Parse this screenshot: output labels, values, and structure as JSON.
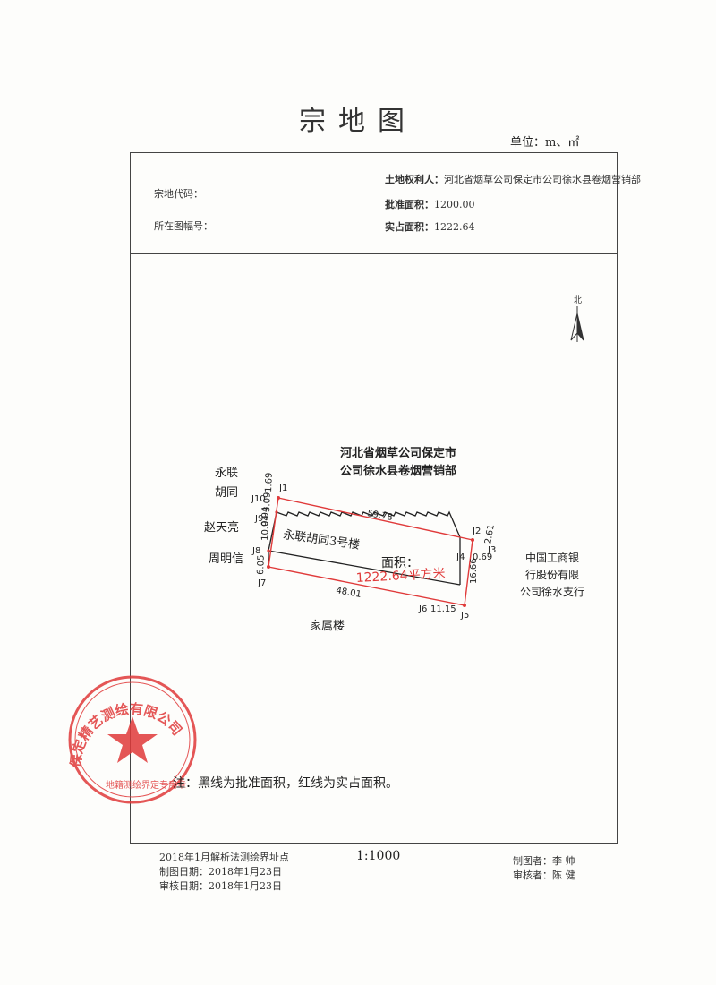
{
  "title": "宗地图",
  "unit": "单位：m、㎡",
  "header": {
    "owner_label": "土地权利人：",
    "owner_value": "河北省烟草公司保定市公司徐水县卷烟营销部",
    "parcel_code_label": "宗地代码：",
    "approved_area_label": "批准面积：",
    "approved_area_value": "1200.00",
    "sheet_no_label": "所在图幅号：",
    "actual_area_label": "实占面积：",
    "actual_area_value": "1222.64"
  },
  "north_label": "北",
  "map": {
    "owner_line1": "河北省烟草公司保定市",
    "owner_line2": "公司徐水县卷烟营销部",
    "west_road_1": "永联",
    "west_road_2": "胡同",
    "neighbor_1": "赵天亮",
    "neighbor_2": "周明信",
    "east_1": "中国工商银",
    "east_2": "行股份有限",
    "east_3": "公司徐水支行",
    "south": "家属楼",
    "building": "永联胡同3号楼",
    "area_label": "面积：",
    "area_value": "1222.64平方米",
    "points": [
      "J1",
      "J2",
      "J3",
      "J4",
      "J5",
      "J6",
      "J7",
      "J8",
      "J9",
      "J10"
    ],
    "dims": [
      "1.69",
      "3.09",
      "0.94",
      "10.94",
      "6.05",
      "59.78",
      "2.61",
      "0.69",
      "16.66",
      "48.01",
      "11.15"
    ]
  },
  "note": "注：黑线为批准面积，红线为实占面积。",
  "stamp": {
    "text": "保定精艺测绘有限公司",
    "sub": "地籍测绘界定专用章",
    "color": "#e03a3a"
  },
  "footer": {
    "method": "2018年1月解析法测绘界址点",
    "draw_date": "制图日期：2018年1月23日",
    "check_date": "审核日期：2018年1月23日",
    "scale": "1:1000",
    "drawer": "制图者：李 帅",
    "checker": "审核者：陈 健"
  }
}
